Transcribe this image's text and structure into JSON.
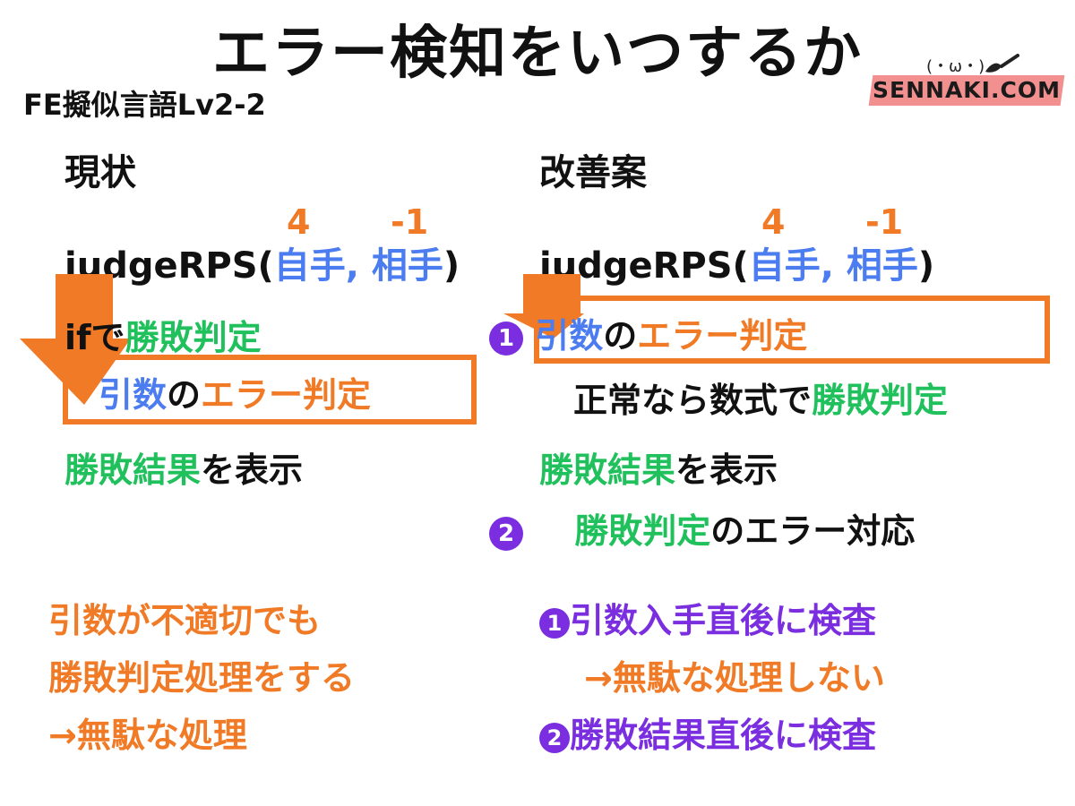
{
  "title": "エラー検知をいつするか",
  "subtitle": "FE擬似言語Lv2-2",
  "logo": {
    "face": "(・ω・)",
    "text": "SENNAKI.COM"
  },
  "colors": {
    "orange": "#f07a26",
    "blue": "#4b7cf0",
    "green": "#20c15c",
    "purple": "#7a2ee0"
  },
  "left": {
    "heading": "現状",
    "num_a": "4",
    "num_b": "-1",
    "call": {
      "name": "judgeRPS(",
      "arg1": "自手",
      "sep": ", ",
      "arg2": "相手",
      "close": ")"
    },
    "if_line": {
      "prefix": "ifで",
      "action": "勝敗判定"
    },
    "check_line": {
      "arg": "引数",
      "no": "の",
      "check": "エラー判定"
    },
    "result_line": {
      "result": "勝敗結果",
      "rest": "を表示"
    },
    "notes": [
      "引数が不適切でも",
      "勝敗判定処理をする",
      "→無駄な処理"
    ]
  },
  "right": {
    "heading": "改善案",
    "num_a": "4",
    "num_b": "-1",
    "call": {
      "name": "judgeRPS(",
      "arg1": "自手",
      "sep": ", ",
      "arg2": "相手",
      "close": ")"
    },
    "step1": {
      "marker": "1",
      "arg": "引数",
      "no": "の",
      "check": "エラー判定"
    },
    "normal_line": {
      "prefix": "正常なら数式で",
      "action": "勝敗判定"
    },
    "result_line": {
      "result": "勝敗結果",
      "rest": "を表示"
    },
    "step2": {
      "marker": "2",
      "action": "勝敗判定",
      "rest": "のエラー対応"
    },
    "notes": {
      "n1_marker": "1",
      "n1_text": "引数入手直後に検査",
      "n1_sub": "→無駄な処理しない",
      "n2_marker": "2",
      "n2_text": "勝敗結果直後に検査"
    }
  }
}
